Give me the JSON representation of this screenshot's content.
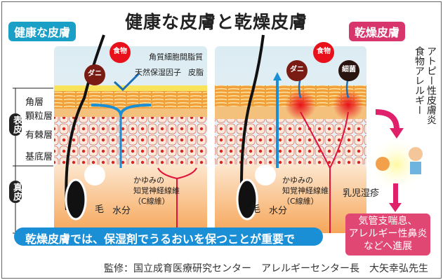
{
  "title": "健康な皮膚と乾燥皮膚",
  "healthy": {
    "label": "健康な皮膚",
    "food": "食物",
    "mite": "ダニ",
    "intercellular_lipids": "角質細胞間脂質",
    "nmf": "天然保湿因子",
    "sebum": "皮脂",
    "hair": "毛",
    "water": "水分",
    "nerve": [
      "かゆみの",
      "知覚神経線維",
      "（C線維）"
    ]
  },
  "dry": {
    "label": "乾燥皮膚",
    "food": "食物",
    "mite": "ダニ",
    "bacteria": "細菌",
    "hair": "毛",
    "water": "水分",
    "nerve": [
      "かゆみの",
      "知覚神経線維",
      "（C線維）"
    ],
    "infant_eczema": "乳児湿疹"
  },
  "layers": {
    "stratum_corneum": "角層",
    "granular": "顆粒層",
    "spinous": "有棘層",
    "basal": "基底層",
    "epidermis": "表皮",
    "dermis": "真皮"
  },
  "progression": {
    "first": [
      "アトピー性皮膚炎",
      "食物アレルギー"
    ],
    "second": [
      "気管支喘息、",
      "アレルギー性鼻炎",
      "などへ進展"
    ]
  },
  "message": "乾燥皮膚では、保湿剤でうるおいを保つことが重要です。",
  "credit": "監修：国立成育医療研究センター　アレルギーセンター長　大矢幸弘先生"
}
